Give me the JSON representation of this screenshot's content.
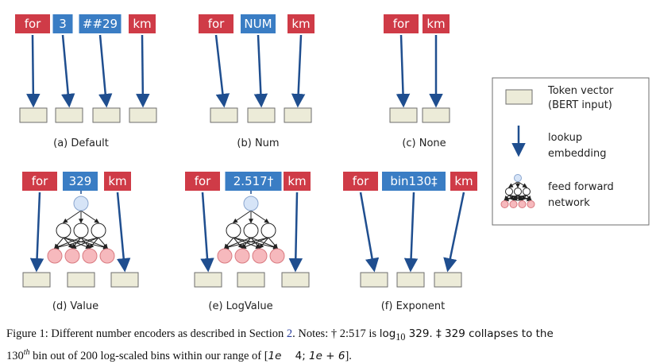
{
  "colors": {
    "token_red": "#cf3b47",
    "token_blue": "#3a7dc4",
    "arrow": "#1f4e8f",
    "vector_fill": "#ecebd8",
    "vector_stroke": "#6e6e6e",
    "ffn_top": "#d6e4f7",
    "ffn_bottom": "#f6b9bd"
  },
  "panels": [
    {
      "label": "(a) Default",
      "tokens": [
        {
          "text": "for",
          "color": "red"
        },
        {
          "text": "3",
          "color": "blue"
        },
        {
          "text": "##29",
          "color": "blue"
        },
        {
          "text": "km",
          "color": "red"
        }
      ]
    },
    {
      "label": "(b) Num",
      "tokens": [
        {
          "text": "for",
          "color": "red"
        },
        {
          "text": "NUM",
          "color": "blue"
        },
        {
          "text": "km",
          "color": "red"
        }
      ]
    },
    {
      "label": "(c) None",
      "tokens": [
        {
          "text": "for",
          "color": "red"
        },
        {
          "text": "km",
          "color": "red"
        }
      ]
    },
    {
      "label": "(d) Value",
      "tokens": [
        {
          "text": "for",
          "color": "red"
        },
        {
          "text": "329",
          "color": "blue"
        },
        {
          "text": "km",
          "color": "red"
        }
      ]
    },
    {
      "label": "(e) LogValue",
      "tokens": [
        {
          "text": "for",
          "color": "red"
        },
        {
          "text": "2.517†",
          "color": "blue"
        },
        {
          "text": "km",
          "color": "red"
        }
      ]
    },
    {
      "label": "(f) Exponent",
      "tokens": [
        {
          "text": "for",
          "color": "red"
        },
        {
          "text": "bin130‡",
          "color": "blue"
        },
        {
          "text": "km",
          "color": "red"
        }
      ]
    }
  ],
  "legend": {
    "vector": [
      "Token vector",
      "(BERT input)"
    ],
    "lookup": [
      "lookup",
      "embedding"
    ],
    "ffn": [
      "feed forward",
      "network"
    ]
  },
  "caption": {
    "prefix": "Figure 1: Different number encoders as described in Section ",
    "section_ref": "2",
    "notes": ". Notes: † 2:517 is ",
    "log": "log",
    "log_sub": "10",
    "after_log": " 329. ‡ 329 collapses to the",
    "line2_start": "130",
    "line2_sup": "th",
    "line2_rest": " bin out of 200 log-scaled bins within our range of [",
    "range_a": "1e",
    "range_gap": "    4; ",
    "range_b": "1e + 6",
    "range_end": "]."
  }
}
